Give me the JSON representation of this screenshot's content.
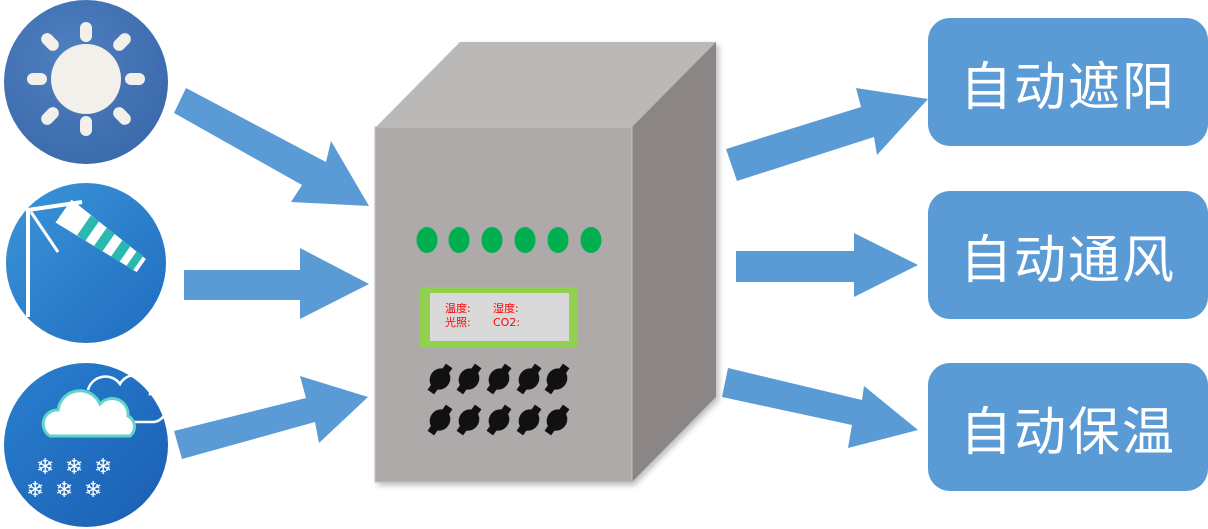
{
  "colors": {
    "arrow": "#5b9bd5",
    "output_box": "#5b9bd5",
    "output_text": "#ffffff",
    "cabinet_front": "#aeaaaa",
    "cabinet_top": "#bab9b7",
    "cabinet_side": "#8b8685",
    "led": "#00b050",
    "lcd_frame": "#92d050",
    "lcd_screen": "#d9d9d9",
    "lcd_text": "#ff0000",
    "knob": "#111111"
  },
  "inputs": [
    {
      "name": "sunlight",
      "icon": "sun-icon"
    },
    {
      "name": "wind",
      "icon": "windsock-icon"
    },
    {
      "name": "snow",
      "icon": "snow-cloud-icon"
    }
  ],
  "controller": {
    "led_count": 6,
    "knob_rows": 2,
    "knobs_per_row": 5,
    "lcd": {
      "temperature_label": "温度:",
      "humidity_label": "湿度:",
      "light_label": "光照:",
      "co2_label": "CO2:"
    }
  },
  "outputs": [
    {
      "label": "自动遮阳"
    },
    {
      "label": "自动通风"
    },
    {
      "label": "自动保温"
    }
  ]
}
